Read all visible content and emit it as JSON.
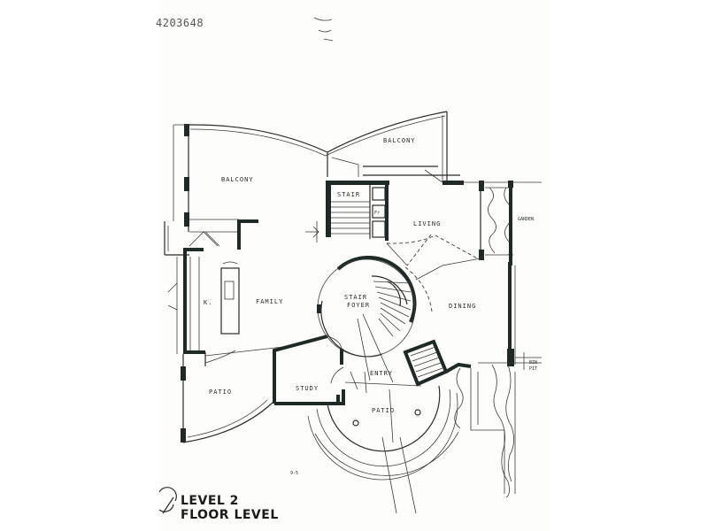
{
  "sheet": {
    "reference_code": "4203648",
    "pencil_note": "9-5",
    "title_line1": "LEVEL 2",
    "title_line2": "FLOOR LEVEL",
    "ink_color": "#1f2a26",
    "paper_color": "#fdfdfb"
  },
  "rooms": {
    "balcony_left": "BALCONY",
    "balcony_right": "BALCONY",
    "stair_upper": "STAIR",
    "fridge": "Fr",
    "living": "LIVING",
    "garden": "GARDEN",
    "kitchen": "K.",
    "family": "FAMILY",
    "stair_foyer_line1": "STAIR",
    "stair_foyer_line2": "FOYER",
    "dining": "DINING",
    "patio_left": "PATIO",
    "study": "STUDY",
    "entry": "ENTRY",
    "patio_front": "PATIO",
    "bin_line1": "BIN",
    "bin_line2": "PIT"
  }
}
